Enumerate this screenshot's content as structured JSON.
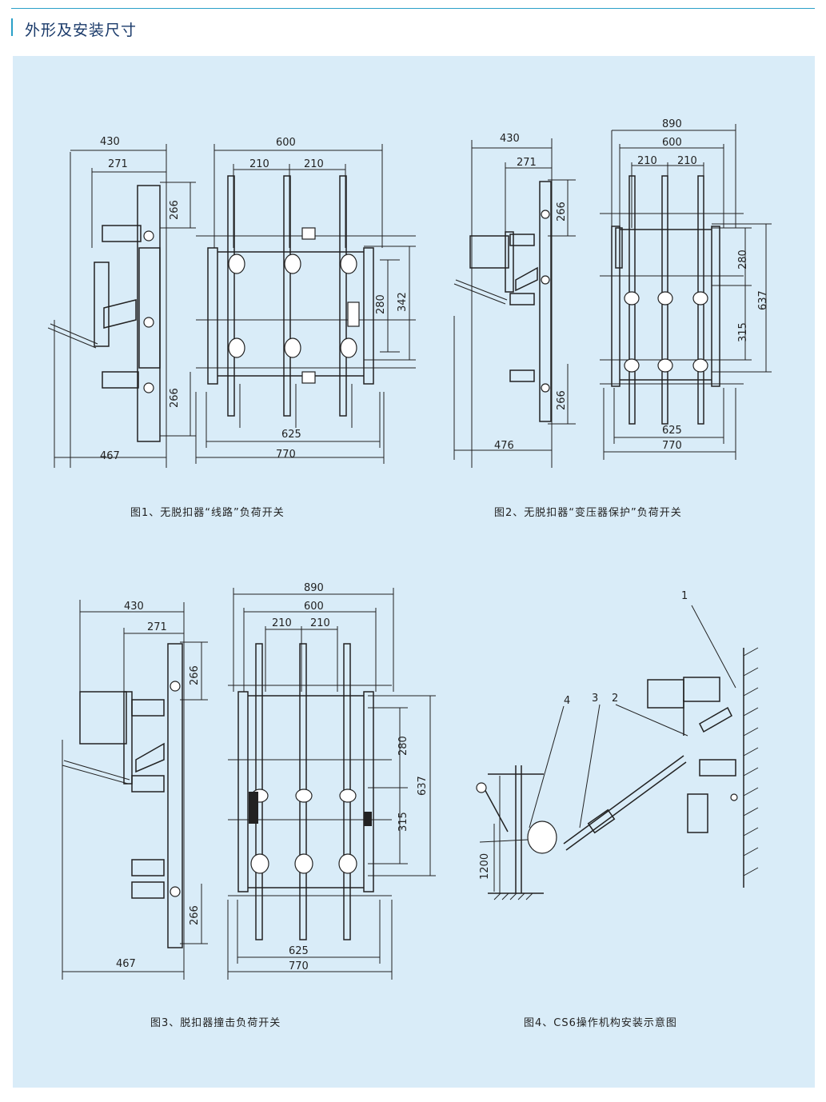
{
  "page": {
    "title": "外形及安装尺寸"
  },
  "figures": [
    {
      "caption": "图1、无脱扣器“线路”负荷开关",
      "dims": {
        "d430": "430",
        "d271": "271",
        "d266a": "266",
        "d266b": "266",
        "d467": "467",
        "d600": "600",
        "d210a": "210",
        "d210b": "210",
        "d280": "280",
        "d342": "342",
        "d625": "625",
        "d770": "770"
      }
    },
    {
      "caption": "图2、无脱扣器“变压器保护”负荷开关",
      "dims": {
        "d430": "430",
        "d271": "271",
        "d266a": "266",
        "d266b": "266",
        "d476": "476",
        "d890": "890",
        "d600": "600",
        "d210a": "210",
        "d210b": "210",
        "d280": "280",
        "d315": "315",
        "d637": "637",
        "d625": "625",
        "d770": "770"
      }
    },
    {
      "caption": "图3、脱扣器撞击负荷开关",
      "dims": {
        "d430": "430",
        "d271": "271",
        "d266a": "266",
        "d266b": "266",
        "d467": "467",
        "d890": "890",
        "d600": "600",
        "d210a": "210",
        "d210b": "210",
        "d280": "280",
        "d315": "315",
        "d637": "637",
        "d625": "625",
        "d770": "770"
      }
    },
    {
      "caption": "图4、CS6操作机构安装示意图",
      "dims": {
        "d1200": "1200",
        "n1": "1",
        "n2": "2",
        "n3": "3",
        "n4": "4"
      }
    }
  ]
}
